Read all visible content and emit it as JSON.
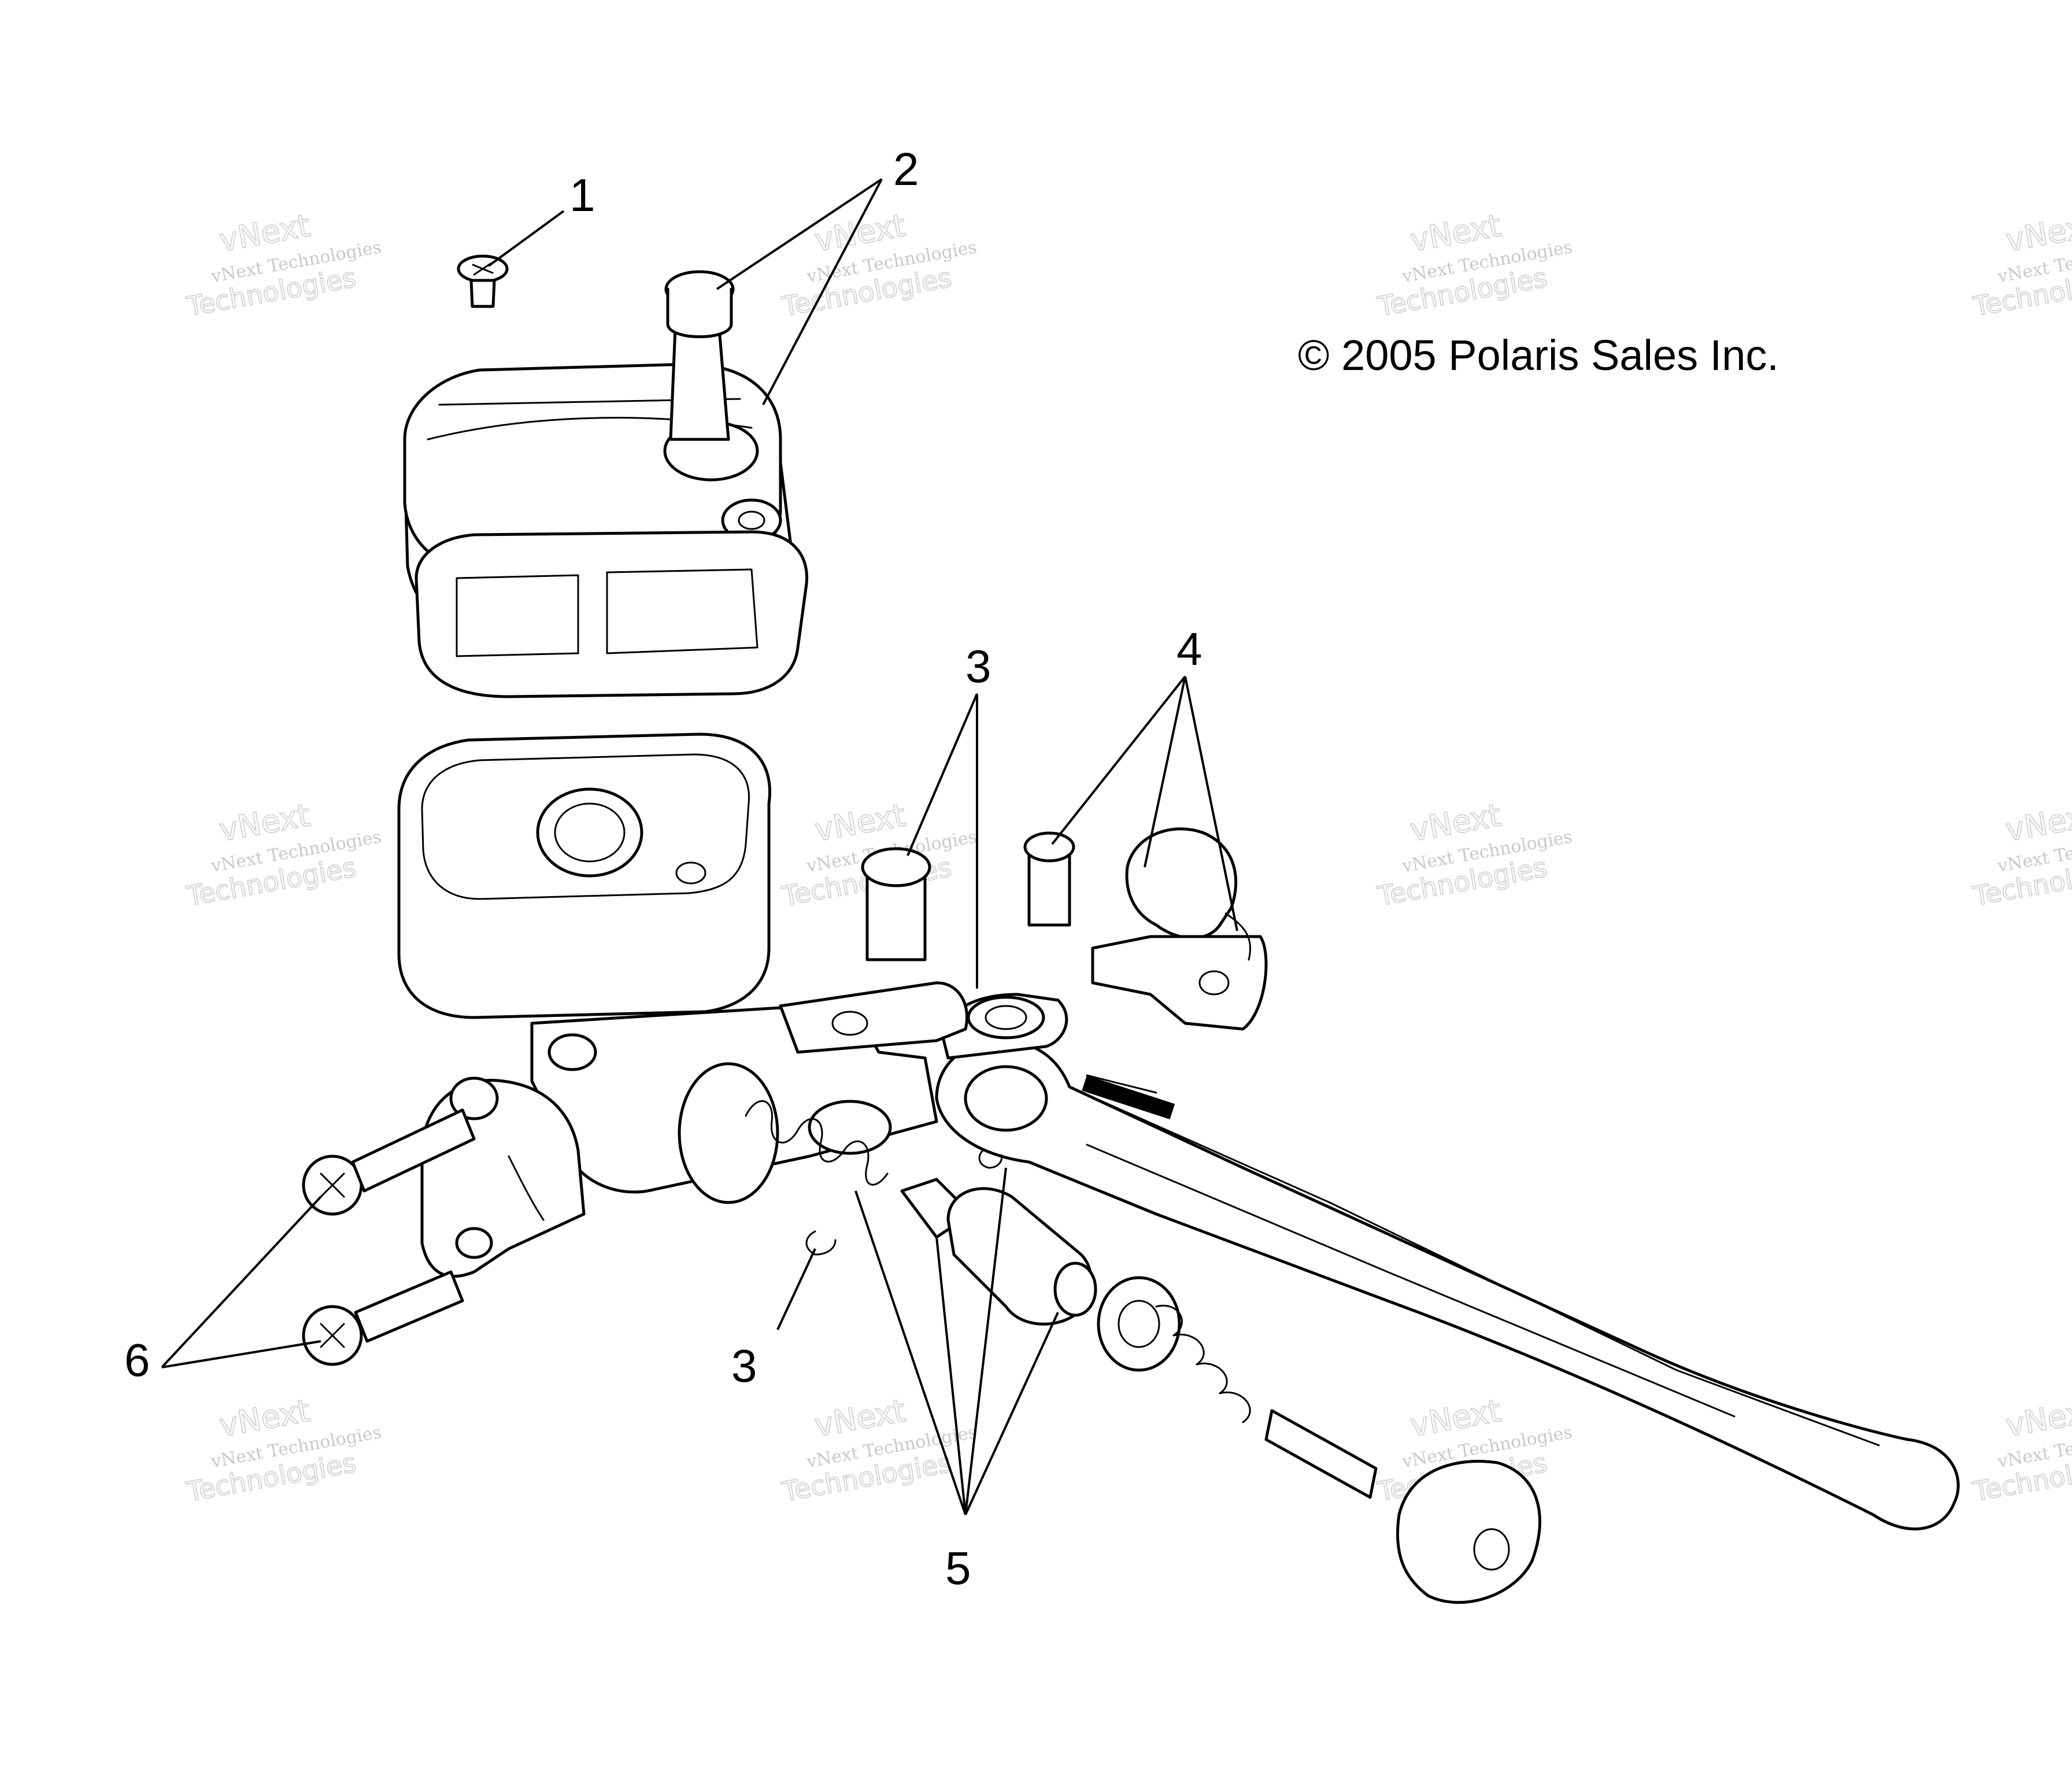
{
  "diagram": {
    "copyright": "© 2005 Polaris Sales Inc.",
    "callouts": [
      "1",
      "2",
      "3",
      "3",
      "4",
      "5",
      "6"
    ],
    "watermark": {
      "line_small": "vNext Technologies",
      "line_outline_top": "vNext",
      "line_outline_bottom": "Technologies"
    }
  }
}
